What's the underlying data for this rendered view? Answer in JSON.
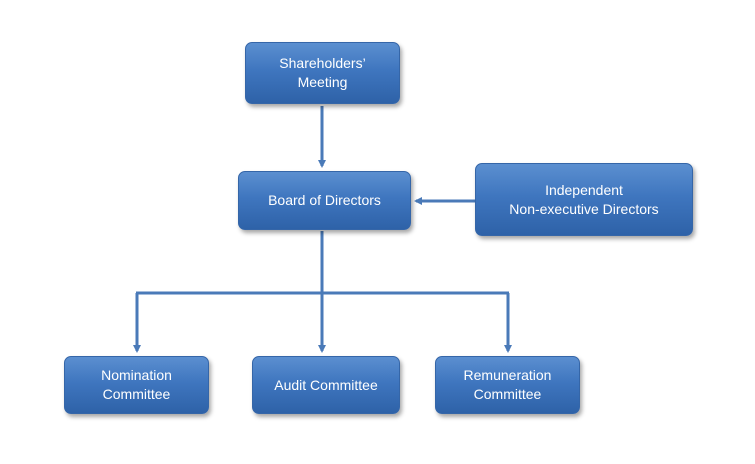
{
  "colors": {
    "node_fill": "#3f76bf",
    "connector": "#4a7ab8",
    "text": "#ffffff"
  },
  "nodes": {
    "shareholders": {
      "line1": "Shareholders’",
      "line2": "Meeting"
    },
    "board": {
      "line1": "Board of Directors"
    },
    "independent": {
      "line1": "Independent",
      "line2": "Non-executive Directors"
    },
    "nomination": {
      "line1": "Nomination",
      "line2": "Committee"
    },
    "audit": {
      "line1": "Audit Committee"
    },
    "remuneration": {
      "line1": "Remuneration",
      "line2": "Committee"
    }
  }
}
